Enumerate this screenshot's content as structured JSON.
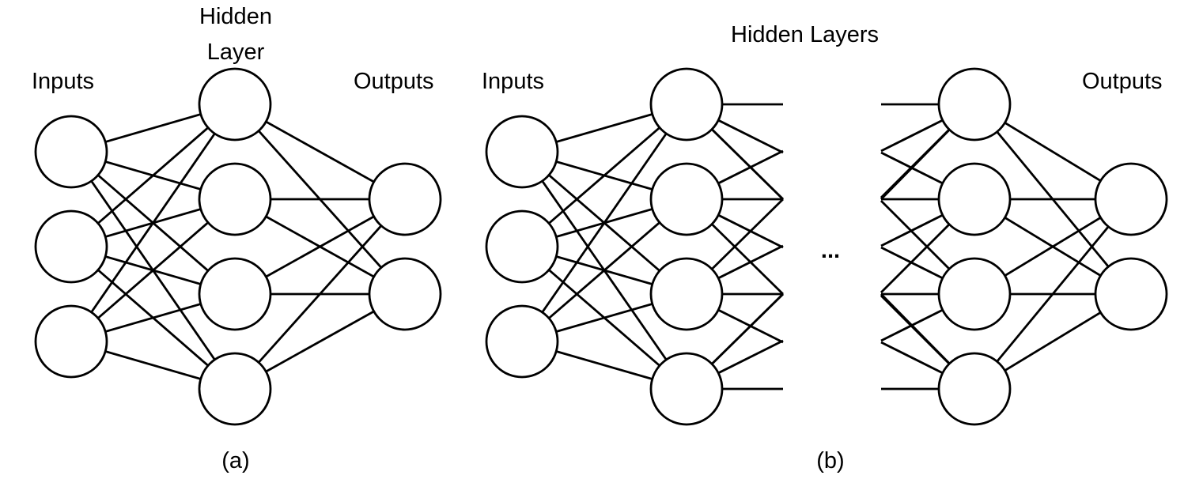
{
  "panel_a": {
    "inputs_label": "Inputs",
    "hidden_label_line1": "Hidden",
    "hidden_label_line2": "Layer",
    "outputs_label": "Outputs",
    "caption": "(a)",
    "layers": [
      3,
      4,
      2
    ]
  },
  "panel_b": {
    "inputs_label": "Inputs",
    "hidden_label": "Hidden Layers",
    "outputs_label": "Outputs",
    "ellipsis": "...",
    "caption": "(b)",
    "layers": [
      3,
      4,
      4,
      2
    ]
  }
}
